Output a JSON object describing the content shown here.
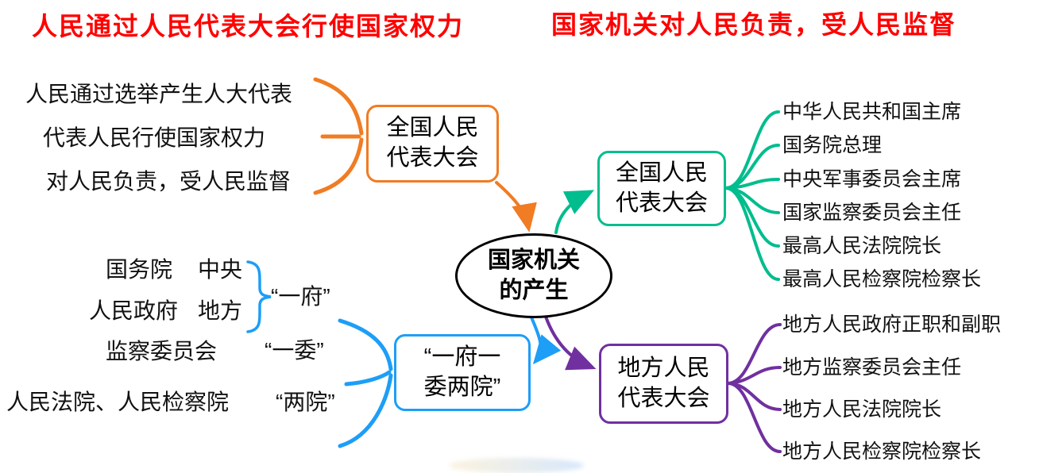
{
  "colors": {
    "heading": "#ff0000",
    "orange": "#f07c23",
    "teal": "#00bd8e",
    "blue": "#1d9ef7",
    "purple": "#7030a0",
    "text": "#111111",
    "outline": "#000000"
  },
  "headings": {
    "left": "人民通过人民代表大会行使国家权力",
    "right": "国家机关对人民负责，受人民监督"
  },
  "center": {
    "line1": "国家机关",
    "line2": "的产生"
  },
  "npc_left": {
    "box": {
      "line1": "全国人民",
      "line2": "代表大会"
    },
    "items": [
      "人民通过选举产生人大代表",
      "代表人民行使国家权力",
      "对人民负责，受人民监督"
    ]
  },
  "npc_right": {
    "box": {
      "line1": "全国人民",
      "line2": "代表大会"
    },
    "items": [
      "中华人民共和国主席",
      "国务院总理",
      "中央军事委员会主席",
      "国家监察委员会主任",
      "最高人民法院院长",
      "最高人民检察院检察长"
    ]
  },
  "yifu": {
    "box": {
      "line1": "“一府一",
      "line2": "委两院”"
    },
    "gov_top_left": "国务院",
    "gov_top_right": "中央",
    "gov_bottom_left": "人民政府",
    "gov_bottom_right": "地方",
    "gov_label": "“一府”",
    "supervision": "监察委员会",
    "supervision_label": "“一委”",
    "courts": "人民法院、人民检察院",
    "courts_label": "“两院”"
  },
  "local_npc": {
    "box": {
      "line1": "地方人民",
      "line2": "代表大会"
    },
    "items": [
      "地方人民政府正职和副职",
      "地方监察委员会主任",
      "地方人民法院院长",
      "地方人民检察院检察长"
    ]
  }
}
